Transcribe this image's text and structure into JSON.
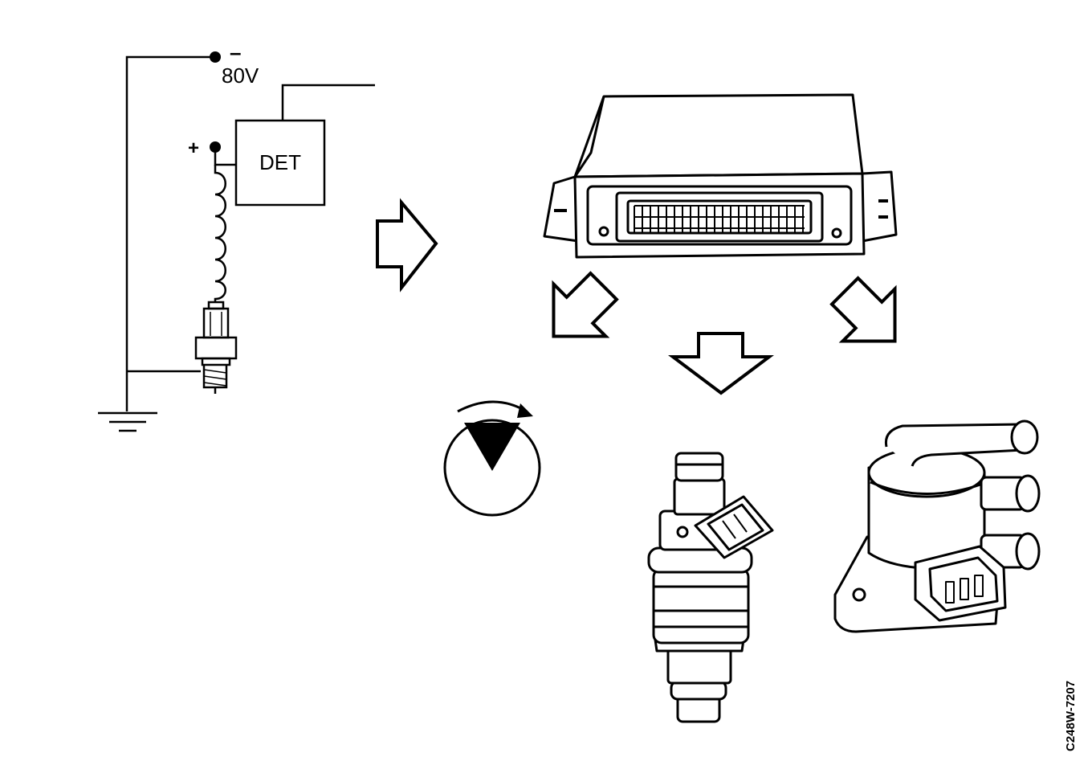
{
  "circuit": {
    "voltage_label": "80V",
    "minus_label": "–",
    "plus_label": "+",
    "detector_label": "DET"
  },
  "reference_code": "C248W-7207"
}
